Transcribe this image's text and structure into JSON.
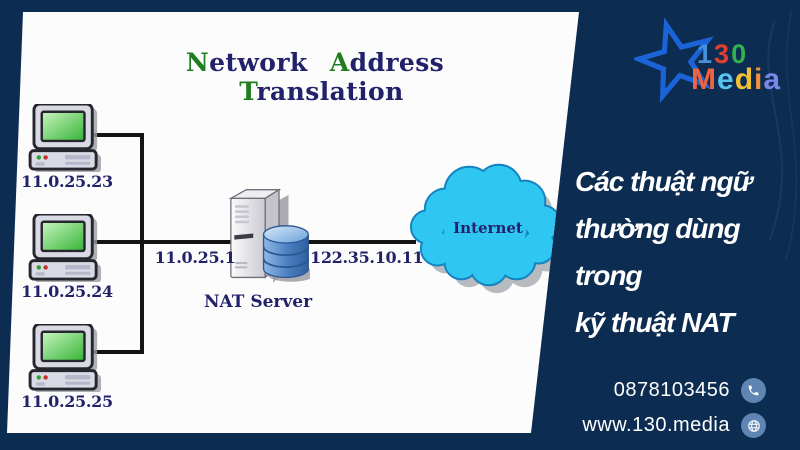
{
  "diagram": {
    "title": {
      "words": [
        {
          "initial": "N",
          "rest": "etwork"
        },
        {
          "initial": "A",
          "rest": "ddress"
        },
        {
          "initial": "T",
          "rest": "ranslation"
        }
      ]
    },
    "hosts": [
      {
        "ip": "11.0.25.23"
      },
      {
        "ip": "11.0.25.24"
      },
      {
        "ip": "11.0.25.25"
      }
    ],
    "nat": {
      "label": "NAT Server",
      "internal_ip": "11.0.25.1",
      "external_ip": "122.35.10.11"
    },
    "cloud": {
      "label": "Internet"
    }
  },
  "sidebar": {
    "logo": {
      "top_chars": [
        {
          "ch": "1",
          "color": "#4a90d9"
        },
        {
          "ch": "3",
          "color": "#e2402f"
        },
        {
          "ch": "0",
          "color": "#31b14e"
        }
      ],
      "bottom_chars": [
        {
          "ch": "M",
          "color": "#f0633c"
        },
        {
          "ch": "e",
          "color": "#56c2ee"
        },
        {
          "ch": "d",
          "color": "#f3c033"
        },
        {
          "ch": "i",
          "color": "#f2913c"
        },
        {
          "ch": "a",
          "color": "#7b87ea"
        }
      ]
    },
    "headline_lines": [
      "Các thuật ngữ",
      "thường dùng trong",
      "kỹ thuật NAT"
    ],
    "contact": {
      "phone": "0878103456",
      "website": "www.130.media"
    }
  },
  "colors": {
    "panel_navy": "#0d2c51",
    "cloud_cyan": "#2fc7f2",
    "cloud_outline": "#1583c0",
    "title_navy": "#22226b",
    "accent_green": "#1e7e1e",
    "star_blue": "#1b64d8",
    "contact_badge_blue": "#5f86b2",
    "wire_black": "#141414"
  }
}
